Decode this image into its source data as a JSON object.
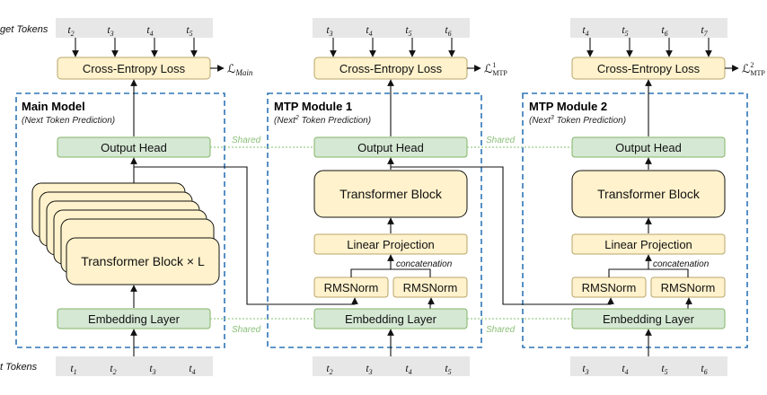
{
  "labels": {
    "target_tokens": "get Tokens",
    "input_tokens": "t Tokens",
    "cross_entropy": "Cross-Entropy Loss",
    "output_head": "Output Head",
    "embedding_layer": "Embedding Layer",
    "transformer_block": "Transformer Block",
    "transformer_block_x": "Transformer Block × L",
    "linear_projection": "Linear Projection",
    "rmsnorm": "RMSNorm",
    "concatenation": "concatenation",
    "shared": "Shared"
  },
  "main": {
    "title": "Main Model",
    "subtitle": "(Next Token Prediction)",
    "loss_base": "ℒ",
    "loss_sub": "Main",
    "targets": [
      {
        "b": "t",
        "s": "2"
      },
      {
        "b": "t",
        "s": "3"
      },
      {
        "b": "t",
        "s": "4"
      },
      {
        "b": "t",
        "s": "5"
      }
    ],
    "inputs": [
      {
        "b": "t",
        "s": "1"
      },
      {
        "b": "t",
        "s": "2"
      },
      {
        "b": "t",
        "s": "3"
      },
      {
        "b": "t",
        "s": "4"
      }
    ]
  },
  "mtp1": {
    "title": "MTP Module 1",
    "subtitle_pre": "(Next",
    "subtitle_sup": "2",
    "subtitle_post": " Token Prediction)",
    "loss_base": "ℒ",
    "loss_sup": "1",
    "loss_sub": "MTP",
    "targets": [
      {
        "b": "t",
        "s": "3"
      },
      {
        "b": "t",
        "s": "4"
      },
      {
        "b": "t",
        "s": "5"
      },
      {
        "b": "t",
        "s": "6"
      }
    ],
    "inputs": [
      {
        "b": "t",
        "s": "2"
      },
      {
        "b": "t",
        "s": "3"
      },
      {
        "b": "t",
        "s": "4"
      },
      {
        "b": "t",
        "s": "5"
      }
    ]
  },
  "mtp2": {
    "title": "MTP Module 2",
    "subtitle_pre": "(Next",
    "subtitle_sup": "3",
    "subtitle_post": " Token Prediction)",
    "loss_base": "ℒ",
    "loss_sup": "2",
    "loss_sub": "MTP",
    "targets": [
      {
        "b": "t",
        "s": "4"
      },
      {
        "b": "t",
        "s": "5"
      },
      {
        "b": "t",
        "s": "6"
      },
      {
        "b": "t",
        "s": "7"
      }
    ],
    "inputs": [
      {
        "b": "t",
        "s": "3"
      },
      {
        "b": "t",
        "s": "4"
      },
      {
        "b": "t",
        "s": "5"
      },
      {
        "b": "t",
        "s": "6"
      }
    ]
  },
  "colors": {
    "yellow_fill": "#fff2cc",
    "yellow_stroke": "#b8a46a",
    "green_fill": "#d5e8d4",
    "green_stroke": "#82b366",
    "token_fill": "#e7e7e7",
    "dashed_border": "#2e75b6",
    "shared_line": "#9ccc8a"
  }
}
